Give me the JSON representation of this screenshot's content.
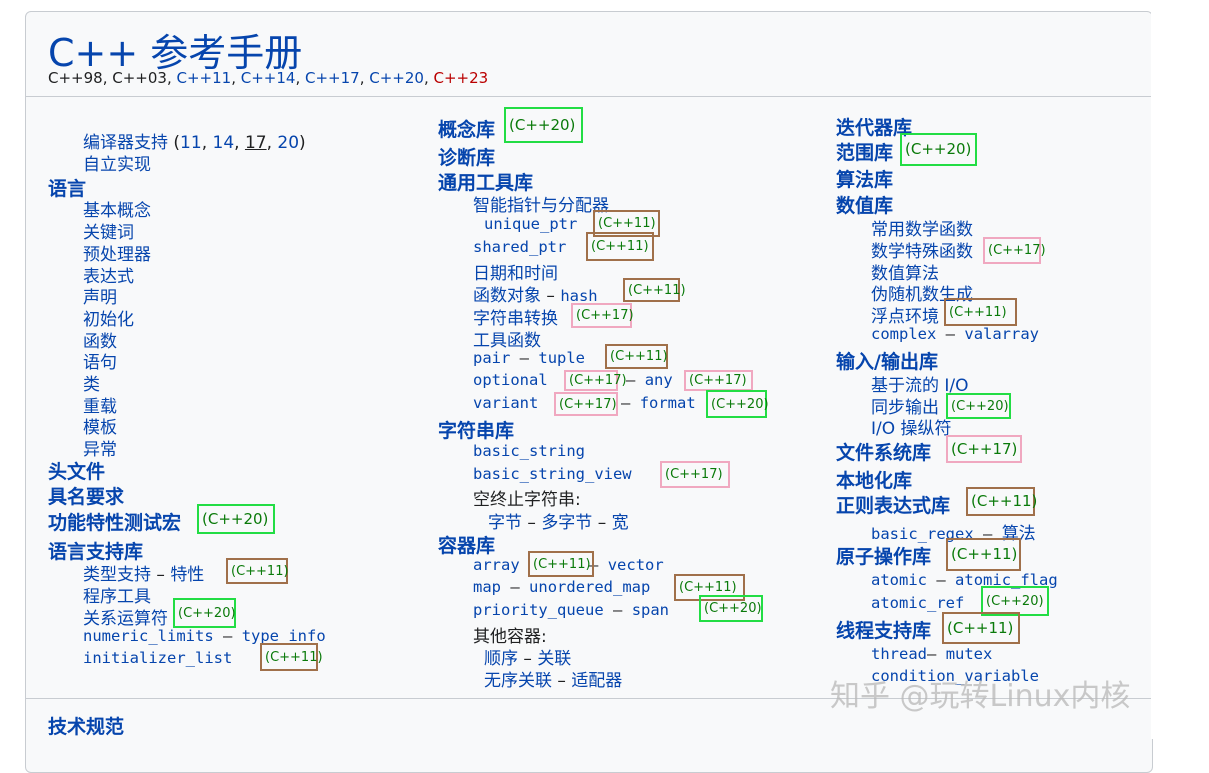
{
  "header": {
    "title": "C++ 参考手册",
    "standards": [
      "C++98",
      "C++03",
      "C++11",
      "C++14",
      "C++17",
      "C++20",
      "C++23"
    ]
  },
  "col1": {
    "compiler_support_label": "编译器支持",
    "compiler_versions": [
      "11",
      "14",
      "17",
      "20"
    ],
    "freestanding": "自立实现",
    "language": "语言",
    "language_items": [
      "基本概念",
      "关键词",
      "预处理器",
      "表达式",
      "声明",
      "初始化",
      "函数",
      "语句",
      "类",
      "重载",
      "模板",
      "异常"
    ],
    "headers": "头文件",
    "named_requirements": "具名要求",
    "feature_test": "功能特性测试宏",
    "lang_support": "语言支持库",
    "type_support": "类型支持",
    "traits": "特性",
    "program_utils": "程序工具",
    "relational": "关系运算符",
    "numeric_limits": "numeric_limits",
    "type_info": "type_info",
    "initializer_list": "initializer_list"
  },
  "col2": {
    "concepts": "概念库",
    "diagnostics": "诊断库",
    "utilities": "通用工具库",
    "smart_ptr": "智能指针与分配器",
    "unique_ptr": "unique_ptr",
    "shared_ptr": "shared_ptr",
    "datetime": "日期和时间",
    "function_objects": "函数对象",
    "hash": "hash",
    "string_conv": "字符串转换",
    "utility_funcs": "工具函数",
    "pair": "pair",
    "tuple": "tuple",
    "optional": "optional",
    "any": "any",
    "variant": "variant",
    "format": "format",
    "strings": "字符串库",
    "basic_string": "basic_string",
    "basic_string_view": "basic_string_view",
    "null_terminated": "空终止字符串:",
    "byte": "字节",
    "multibyte": "多字节",
    "wide": "宽",
    "containers": "容器库",
    "array": "array",
    "vector": "vector",
    "map": "map",
    "unordered_map": "unordered_map",
    "priority_queue": "priority_queue",
    "span": "span",
    "other_containers": "其他容器:",
    "sequence": "顺序",
    "associative": "关联",
    "unordered_assoc": "无序关联",
    "adaptors": "适配器"
  },
  "col3": {
    "iterators": "迭代器库",
    "ranges": "范围库",
    "algorithms": "算法库",
    "numerics": "数值库",
    "common_math": "常用数学函数",
    "special_math": "数学特殊函数",
    "numeric_algos": "数值算法",
    "prng": "伪随机数生成",
    "fenv": "浮点环境",
    "complex": "complex",
    "valarray": "valarray",
    "io": "输入/输出库",
    "stream_io": "基于流的 I/O",
    "sync_out": "同步输出",
    "io_manip": "I/O 操纵符",
    "filesystem": "文件系统库",
    "localization": "本地化库",
    "regex": "正则表达式库",
    "basic_regex": "basic_regex",
    "regex_algo": "算法",
    "atomic": "原子操作库",
    "atomic_t": "atomic",
    "atomic_flag": "atomic_flag",
    "atomic_ref": "atomic_ref",
    "thread": "线程支持库",
    "thread_t": "thread",
    "mutex": "mutex",
    "condvar": "condition_variable"
  },
  "footer": {
    "tech_specs": "技术规范"
  },
  "tags": {
    "c11": "(C++11)",
    "c17": "(C++17)",
    "c20": "(C++20)"
  },
  "separators": {
    "dash": "–",
    "comma": ", ",
    "lparen": "(",
    "rparen": ")"
  },
  "watermark": "知乎 @玩转Linux内核",
  "colors": {
    "link": "#0645ad",
    "tag_text": "#0a7a0a",
    "box_green": "#22dd44",
    "box_brown": "#a0704a",
    "box_pink": "#f0a8c0",
    "page_bg": "#f8f9fa"
  }
}
